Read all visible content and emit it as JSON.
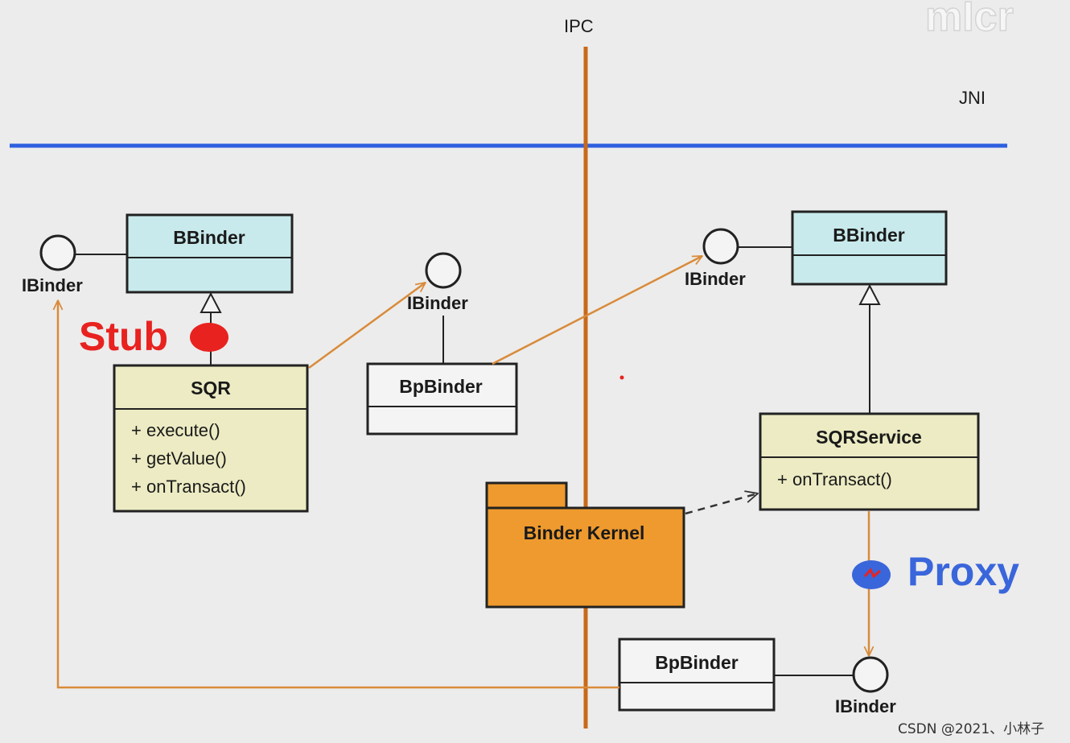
{
  "labels": {
    "ipc": "IPC",
    "jni": "JNI",
    "watermark_logo": "mIcr",
    "stub": "Stub",
    "proxy": "Proxy",
    "footer": "CSDN @2021、小林子"
  },
  "left": {
    "bbinder": "BBinder",
    "ibinder": "IBinder",
    "sqr": {
      "name": "SQR",
      "methods": [
        "+ execute()",
        "+ getValue()",
        "+ onTransact()"
      ]
    },
    "ibinder2": "IBinder",
    "bpbinder": "BpBinder"
  },
  "right": {
    "bbinder": "BBinder",
    "ibinder": "IBinder",
    "sqrservice": {
      "name": "SQRService",
      "methods": [
        "+ onTransact()"
      ]
    },
    "bpbinder": "BpBinder",
    "ibinder_bottom": "IBinder"
  },
  "kernel": "Binder Kernel",
  "colors": {
    "background": "#ececec",
    "ipc_line": "#c8691a",
    "jni_line": "#2f5fe0",
    "arrow": "#d98b3a",
    "bbinder_fill": "#c9eaec",
    "class_fill": "#ecebc3",
    "kernel_fill": "#ee9a2e",
    "stub": "#e8221f",
    "proxy": "#3a66db"
  }
}
